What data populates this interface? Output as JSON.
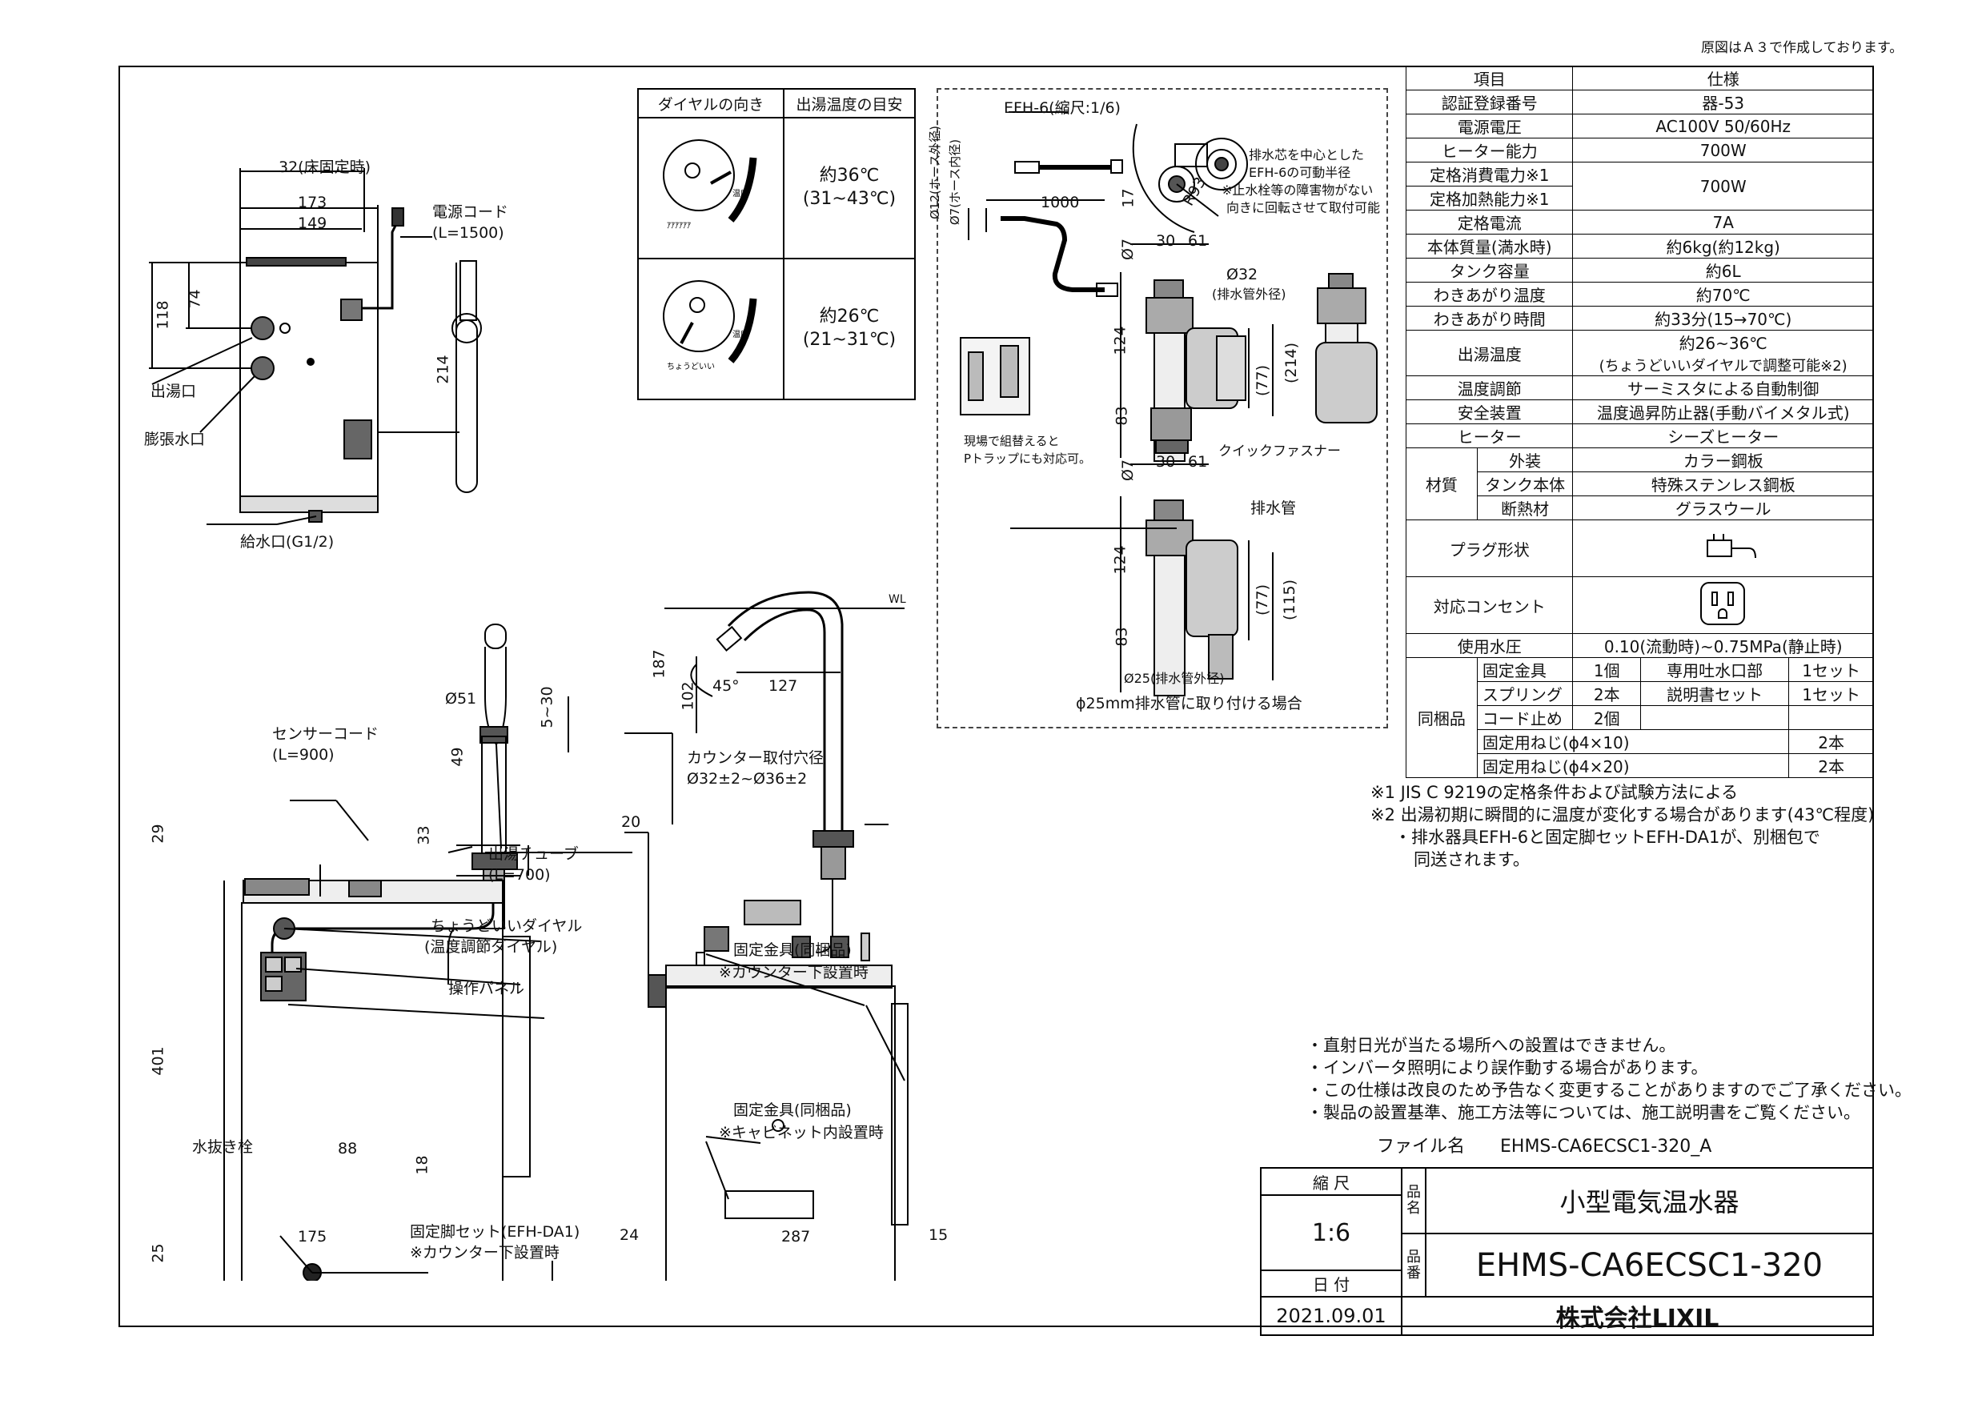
{
  "header_note": "原図はＡ３で作成しております。",
  "left_view": {
    "dim_32": "32(床固定時)",
    "dim_173": "173",
    "dim_149": "149",
    "dim_118": "118",
    "dim_74": "74",
    "dim_214": "214",
    "power_cord": "電源コード",
    "power_cord_len": "(L=1500)",
    "outlet": "出湯口",
    "expansion": "膨張水口",
    "inlet": "給水口(G1/2)"
  },
  "dial_table": {
    "col1": "ダイヤルの向き",
    "col2": "出湯温度の目安",
    "row1_temp": "約36℃",
    "row1_range": "(31~43℃)",
    "row2_temp": "約26℃",
    "row2_range": "(21~31℃)",
    "dial_label": "温度"
  },
  "efh": {
    "title": "EFH-6(縮尺:1/6)",
    "d12": "Ø12(ホース外径)",
    "d7": "Ø7(ホース内径)",
    "l1000": "1000",
    "d7b": "Ø7",
    "d30": "30",
    "d61": "61",
    "d17": "17",
    "r93": "R93",
    "note_rotate1": "排水芯を中心とした",
    "note_rotate2": "EFH-6の可動半径",
    "note_rotate3": "※止水栓等の障害物がない",
    "note_rotate4": "向きに回転させて取付可能",
    "d32": "Ø32",
    "drain_od": "(排水管外径)",
    "d124": "124",
    "d83": "83",
    "d77": "(77)",
    "d214": "(214)",
    "ptrap1": "現場で組替えると",
    "ptrap2": "Pトラップにも対応可。",
    "quick": "クイックファスナー",
    "d7c": "Ø7",
    "d30b": "30",
    "d61b": "61",
    "drain_pipe": "排水管",
    "d124b": "124",
    "d83b": "83",
    "d77b": "(77)",
    "d115": "(115)",
    "d25": "Ø25(排水管外径)",
    "case25": "ϕ25mm排水管に取り付ける場合"
  },
  "front_view": {
    "d51": "Ø51",
    "d5_30": "5~30",
    "d49": "49",
    "sensor": "センサーコード",
    "sensor_len": "(L=900)",
    "d29": "29",
    "d33": "33",
    "tube": "出湯チューブ",
    "tube_len": "(L=700)",
    "dial": "ちょうどいいダイヤル",
    "dial2": "(温度調節ダイヤル)",
    "panel": "操作パネル",
    "d401": "401",
    "drain": "水抜き栓",
    "d88": "88",
    "d18": "18",
    "d175": "175",
    "d25": "25",
    "leg": "固定脚セット(EFH-DA1)",
    "leg_note": "※カウンター下設置時"
  },
  "side_view": {
    "wl": "WL",
    "d187": "187",
    "d102": "102",
    "d45": "45°",
    "d127": "127",
    "hole": "カウンター取付穴径",
    "hole_d": "Ø32±2~Ø36±2",
    "d20": "20",
    "bracket1": "固定金具(同梱品)",
    "bracket1_note": "※カウンター下設置時",
    "bracket2": "固定金具(同梱品)",
    "bracket2_note": "※キャビネット内設置時",
    "d24": "24",
    "d287": "287",
    "d15": "15"
  },
  "spec": {
    "h_item": "項目",
    "h_spec": "仕様",
    "rows": [
      {
        "k": "認証登録番号",
        "v": "器-53"
      },
      {
        "k": "電源電圧",
        "v": "AC100V 50/60Hz"
      },
      {
        "k": "ヒーター能力",
        "v": "700W"
      }
    ],
    "rated1": "定格消費電力※1",
    "rated2": "定格加熱能力※1",
    "rated_v": "700W",
    "rows2": [
      {
        "k": "定格電流",
        "v": "7A"
      },
      {
        "k": "本体質量(満水時)",
        "v": "約6kg(約12kg)"
      },
      {
        "k": "タンク容量",
        "v": "約6L"
      },
      {
        "k": "わきあがり温度",
        "v": "約70℃"
      },
      {
        "k": "わきあがり時間",
        "v": "約33分(15→70℃)"
      }
    ],
    "outlet_k": "出湯温度",
    "outlet_v1": "約26~36℃",
    "outlet_v2": "(ちょうどいいダイヤルで調整可能※2)",
    "rows3": [
      {
        "k": "温度調節",
        "v": "サーミスタによる自動制御"
      },
      {
        "k": "安全装置",
        "v": "温度過昇防止器(手動バイメタル式)"
      },
      {
        "k": "ヒーター",
        "v": "シーズヒーター"
      }
    ],
    "material": "材質",
    "mat_rows": [
      {
        "k": "外装",
        "v": "カラー鋼板"
      },
      {
        "k": "タンク本体",
        "v": "特殊ステンレス鋼板"
      },
      {
        "k": "断熱材",
        "v": "グラスウール"
      }
    ],
    "plug": "プラグ形状",
    "outlet_socket": "対応コンセント",
    "pressure_k": "使用水圧",
    "pressure_v": "0.10(流動時)~0.75MPa(静止時)",
    "included": "同梱品",
    "inc": [
      {
        "a": "固定金具",
        "b": "1個",
        "c": "専用吐水口部",
        "d": "1セット"
      },
      {
        "a": "スプリング",
        "b": "2本",
        "c": "説明書セット",
        "d": "1セット"
      },
      {
        "a": "コード止め",
        "b": "2個",
        "c": "",
        "d": ""
      }
    ],
    "inc_wide": [
      {
        "a": "固定用ねじ(ϕ4×10)",
        "d": "2本"
      },
      {
        "a": "固定用ねじ(ϕ4×20)",
        "d": "2本"
      }
    ]
  },
  "footnotes": {
    "n1": "※1  JIS C 9219の定格条件および試験方法による",
    "n2": "※2  出湯初期に瞬間的に温度が変化する場合があります(43℃程度)",
    "n3": "・排水器具EFH-6と固定脚セットEFH-DA1が、別梱包で",
    "n4": "同送されます。"
  },
  "cautions": [
    "・直射日光が当たる場所への設置はできません。",
    "・インバータ照明により誤作動する場合があります。",
    "・この仕様は改良のため予告なく変更することがありますのでご了承ください。",
    "・製品の設置基準、施工方法等については、施工説明書をご覧ください。"
  ],
  "title_block": {
    "file_label": "ファイル名",
    "file": "EHMS-CA6ECSC1-320_A",
    "scale_label": "縮 尺",
    "scale": "1:6",
    "date_label": "日 付",
    "date": "2021.09.01",
    "name_label1": "品",
    "name_label2": "名",
    "name": "小型電気温水器",
    "no_label1": "品",
    "no_label2": "番",
    "no": "EHMS-CA6ECSC1-320",
    "company": "株式会社LIXIL"
  }
}
